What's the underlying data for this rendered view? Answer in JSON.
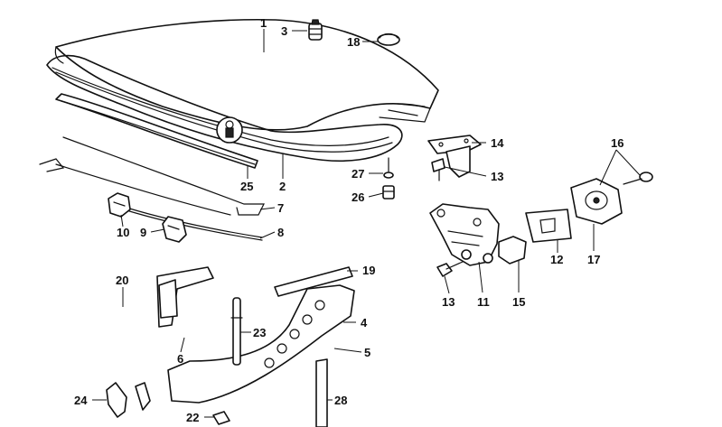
{
  "labels": {
    "p1": "1",
    "p2": "2",
    "p3": "3",
    "p4": "4",
    "p5": "5",
    "p6": "6",
    "p7": "7",
    "p8": "8",
    "p9": "9",
    "p10": "10",
    "p11": "11",
    "p12": "12",
    "p13a": "13",
    "p13b": "13",
    "p14": "14",
    "p15": "15",
    "p16": "16",
    "p17": "17",
    "p18": "18",
    "p19": "19",
    "p20": "20",
    "p22": "22",
    "p23": "23",
    "p24": "24",
    "p25": "25",
    "p26": "26",
    "p27": "27",
    "p28": "28"
  }
}
